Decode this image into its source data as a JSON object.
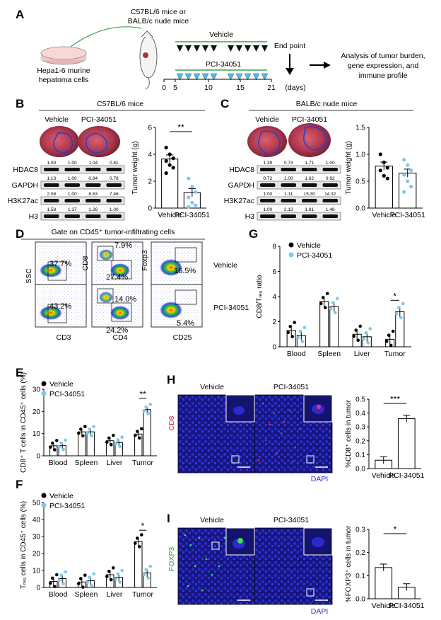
{
  "panel_letters": {
    "A": "A",
    "B": "B",
    "C": "C",
    "D": "D",
    "E": "E",
    "F": "F",
    "G": "G",
    "H": "H",
    "I": "I"
  },
  "schematic": {
    "mice": "C57BL/6 mice or",
    "mice2": "BALB/c nude mice",
    "cells1": "Hepa1-6 murine",
    "cells2": "hepatoma cells",
    "vehicle": "Vehicle",
    "drug": "PCI-34051",
    "end_point": "End point",
    "analysis1": "Analysis of tumor burden,",
    "analysis2": "gene expression, and",
    "analysis3": "immune profile",
    "ticks": [
      "0",
      "5",
      "10",
      "15",
      "21"
    ],
    "days": "(days)"
  },
  "panel_b": {
    "title": "C57BL/6 mice",
    "vehicle": "Vehicle",
    "drug": "PCI-34051",
    "blots": [
      "HDAC8",
      "GAPDH",
      "H3K27ac",
      "H3"
    ],
    "q1": [
      "1.00",
      "1.00",
      "1.04",
      "0.81"
    ],
    "q2": [
      "1.13",
      "1.00",
      "0.84",
      "0.78"
    ],
    "q3": [
      "2.08",
      "1.00",
      "8.63",
      "7.46"
    ],
    "q4": [
      "1.58",
      "1.37",
      "1.26",
      "1.00"
    ]
  },
  "panel_c": {
    "title": "BALB/c nude mice",
    "vehicle": "Vehicle",
    "drug": "PCI-34051",
    "blots": [
      "HDAC8",
      "GAPDH",
      "H3K27ac",
      "H3"
    ],
    "q1": [
      "1.39",
      "0.73",
      "1.71",
      "1.00"
    ],
    "q2": [
      "0.72",
      "1.00",
      "1.62",
      "0.92"
    ],
    "q3": [
      "1.00",
      "1.11",
      "15.30",
      "14.32"
    ],
    "q4": [
      "1.00",
      "2.13",
      "1.81",
      "1.48"
    ]
  },
  "panel_d": {
    "title": "Gate on CD45⁺ tumor-infiltrating cells",
    "x1": "CD3",
    "x2": "CD4",
    "x3": "CD25",
    "y1": "SSC",
    "y2": "CD8",
    "y3": "Foxp3",
    "veh": [
      "37.7%",
      "7.9%",
      "27.4%",
      "16.5%"
    ],
    "pci": [
      "43.2%",
      "14.0%",
      "24.2%",
      "5.4%"
    ],
    "row1": "Vehicle",
    "row2": "PCI-34051"
  },
  "panel_h": {
    "vehicle": "Vehicle",
    "drug": "PCI-34051",
    "stain": "CD8",
    "dapi": "DAPI"
  },
  "panel_i": {
    "vehicle": "Vehicle",
    "drug": "PCI-34051",
    "stain": "FOXP3",
    "dapi": "DAPI"
  },
  "colors": {
    "vehicle": "#000000",
    "pci": "#7ec8e8",
    "veh_tri": "#111111",
    "pci_tri": "#59b7e3",
    "green_line": "#3aa34a",
    "blue_outline": "#1f3fd6",
    "dapi_bg": "#1a1a9a"
  },
  "chart_data": [
    {
      "id": "B",
      "type": "bar",
      "categories": [
        "Vehicle",
        "PCI-34051"
      ],
      "values": [
        3.65,
        1.15
      ],
      "ylabel": "Tumor weight (g)",
      "ylim": [
        0,
        6
      ],
      "yticks": [
        0,
        2,
        4,
        6
      ],
      "sig": "**",
      "points": [
        [
          4.5,
          4.0,
          3.7,
          3.5,
          3.2,
          3.0,
          2.6
        ],
        [
          2.2,
          1.6,
          1.2,
          0.8,
          0.4,
          0.2,
          0.1
        ]
      ]
    },
    {
      "id": "C",
      "type": "bar",
      "categories": [
        "Vehicle",
        "PCI-34051"
      ],
      "values": [
        0.78,
        0.65
      ],
      "ylabel": "Tumor weight (g)",
      "ylim": [
        0,
        1.5
      ],
      "yticks": [
        0.0,
        0.5,
        1.0,
        1.5
      ],
      "sig": "",
      "points": [
        [
          1.0,
          0.85,
          0.75,
          0.7,
          0.6,
          0.55
        ],
        [
          0.9,
          0.8,
          0.7,
          0.62,
          0.5,
          0.4,
          0.3
        ]
      ]
    },
    {
      "id": "E",
      "type": "bar",
      "categories": [
        "Blood",
        "Spleen",
        "Liver",
        "Tumor"
      ],
      "series": [
        {
          "name": "Vehicle",
          "values": [
            4.5,
            10.8,
            6.8,
            9.8
          ]
        },
        {
          "name": "PCI-34051",
          "values": [
            4.6,
            10.8,
            6.0,
            20.8
          ]
        }
      ],
      "ylabel": "CD8⁺ T cells in CD45⁺ cells (%)",
      "ylim": [
        0,
        30
      ],
      "yticks": [
        0,
        10,
        20,
        30
      ],
      "sig": {
        "Tumor": "**"
      }
    },
    {
      "id": "F",
      "type": "bar",
      "categories": [
        "Blood",
        "Spleen",
        "Liver",
        "Tumor"
      ],
      "series": [
        {
          "name": "Vehicle",
          "values": [
            3.5,
            3.2,
            7.5,
            27
          ]
        },
        {
          "name": "PCI-34051",
          "values": [
            5.2,
            4.0,
            6.0,
            8.5
          ]
        }
      ],
      "ylabel": "Tᵣₑ₉ cells in CD45⁺ cells (%)",
      "ylim": [
        0,
        50
      ],
      "yticks": [
        0,
        10,
        20,
        30,
        40,
        50
      ],
      "sig": {
        "Tumor": "*"
      }
    },
    {
      "id": "G",
      "type": "bar",
      "categories": [
        "Blood",
        "Spleen",
        "Liver",
        "Tumor"
      ],
      "series": [
        {
          "name": "Vehicle",
          "values": [
            1.3,
            3.6,
            1.0,
            0.6
          ]
        },
        {
          "name": "PCI-34051",
          "values": [
            0.9,
            3.2,
            0.8,
            2.8
          ]
        }
      ],
      "ylabel": "CD8/Tᵣₑ₉ ratio",
      "ylim": [
        0,
        8
      ],
      "yticks": [
        0,
        2,
        4,
        6,
        8
      ],
      "sig": {
        "Tumor": "*"
      }
    },
    {
      "id": "H",
      "type": "bar",
      "categories": [
        "Vehicle",
        "PCI-34051"
      ],
      "values": [
        0.06,
        0.36
      ],
      "ylabel": "%CD8⁺ cells in tumor",
      "ylim": [
        0,
        0.5
      ],
      "yticks": [
        0.0,
        0.1,
        0.2,
        0.3,
        0.4,
        0.5
      ],
      "sig": "***"
    },
    {
      "id": "I",
      "type": "bar",
      "categories": [
        "Vehicle",
        "PCI-34051"
      ],
      "values": [
        0.135,
        0.05
      ],
      "ylabel": "%FOXP3⁺ cells in tumor",
      "ylim": [
        0,
        0.3
      ],
      "yticks": [
        0.0,
        0.1,
        0.2,
        0.3
      ],
      "sig": "*"
    }
  ],
  "legend": {
    "vehicle": "Vehicle",
    "pci": "PCI-34051"
  }
}
